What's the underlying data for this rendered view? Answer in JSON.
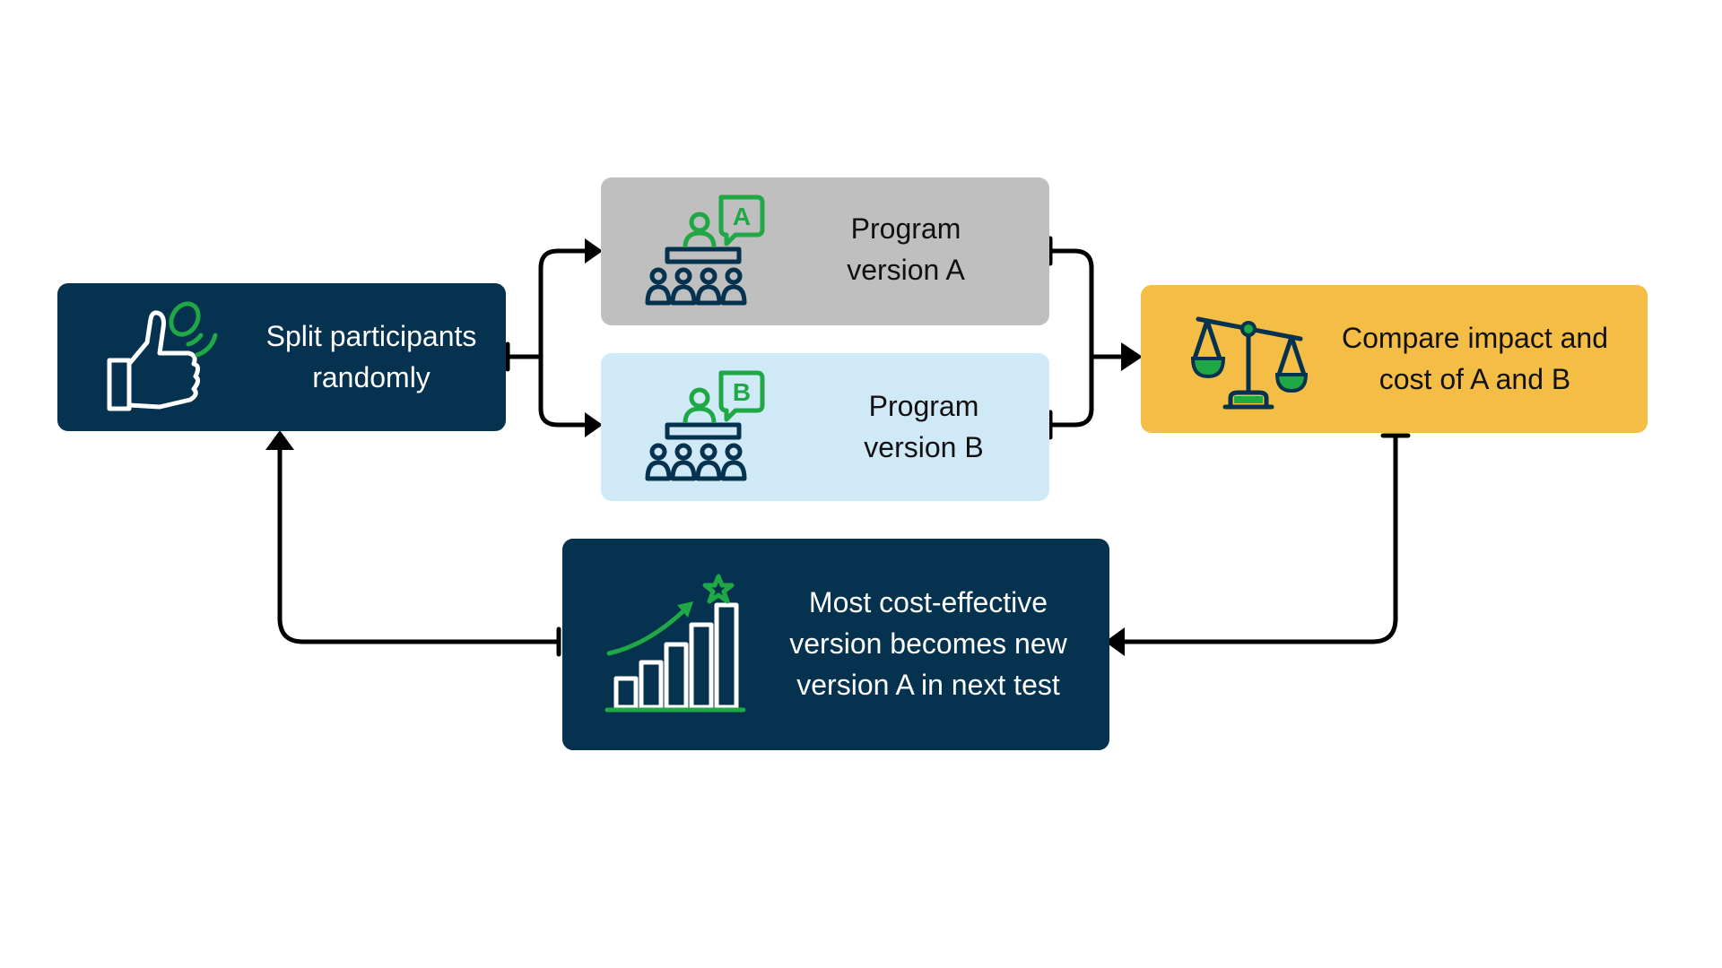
{
  "nodes": {
    "split": {
      "line1": "Split participants",
      "line2": "randomly"
    },
    "version_a": {
      "line1": "Program",
      "line2": "version A",
      "badge": "A"
    },
    "version_b": {
      "line1": "Program",
      "line2": "version B",
      "badge": "B"
    },
    "compare": {
      "line1": "Compare impact and",
      "line2": "cost of A and B"
    },
    "winner": {
      "line1": "Most cost-effective",
      "line2": "version becomes new",
      "line3": "version A in next test"
    }
  },
  "colors": {
    "navy": "#05324f",
    "gray": "#bfbfbf",
    "light_blue": "#cfe9f6",
    "yellow": "#f4bd45",
    "green": "#1fa845",
    "arrow": "#000000"
  },
  "icons": {
    "split": "thumb-flip-coin-icon",
    "version_a": "presenter-audience-a-icon",
    "version_b": "presenter-audience-b-icon",
    "compare": "balance-scale-icon",
    "winner": "growth-bar-chart-star-icon"
  }
}
